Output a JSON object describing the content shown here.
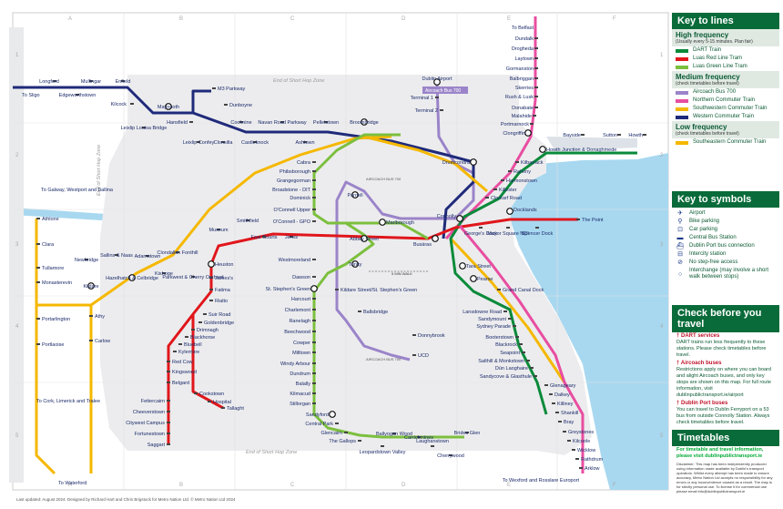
{
  "map": {
    "grid_cols": [
      "A",
      "B",
      "C",
      "D",
      "E",
      "F"
    ],
    "grid_rows": [
      "1",
      "2",
      "3",
      "4",
      "5"
    ],
    "footer": "Last updated: August 2024. Designed by Richard Hart and Chris Brigstock for Metro Nation Ltd. © Metro Nation Ltd 2024",
    "zone_labels": [
      "End of Short Hop Zone",
      "End of Short Hop Zone",
      "End of Short Hop Zone"
    ],
    "airport_bus_label": "AIRCOACH BUS 700",
    "walk_label": "5 MIN WALK",
    "aircoach_stop_label": "Aircoach Bus 700",
    "colors": {
      "dart": "#0a8a3a",
      "red": "#e0161b",
      "green": "#7cbf3e",
      "northern": "#e84ea0",
      "southwestern": "#f5b800",
      "western": "#1f2a7a",
      "aircoach": "#9b84c9",
      "water": "#a8d8f0",
      "zone": "#e9eaec",
      "panel": "#0a6b3a"
    },
    "stations": [
      {
        "id": "to-belfast",
        "label": "To Belfast"
      },
      {
        "id": "dundalk",
        "label": "Dundalk"
      },
      {
        "id": "drogheda",
        "label": "Drogheda"
      },
      {
        "id": "laytown",
        "label": "Laytown"
      },
      {
        "id": "gormanston",
        "label": "Gormanston"
      },
      {
        "id": "balbriggan",
        "label": "Balbriggan"
      },
      {
        "id": "skerries",
        "label": "Skerries"
      },
      {
        "id": "rush-lusk",
        "label": "Rush & Lusk"
      },
      {
        "id": "donabate",
        "label": "Donabate"
      },
      {
        "id": "malahide",
        "label": "Malahide"
      },
      {
        "id": "portmarnock",
        "label": "Portmarnock"
      },
      {
        "id": "clongriffin",
        "label": "Clongriffin"
      },
      {
        "id": "bayside",
        "label": "Bayside"
      },
      {
        "id": "sutton",
        "label": "Sutton"
      },
      {
        "id": "howth",
        "label": "Howth"
      },
      {
        "id": "howth-junction",
        "label": "Howth Junction & Donaghmede"
      },
      {
        "id": "kilbarrack",
        "label": "Kilbarrack"
      },
      {
        "id": "raheny",
        "label": "Raheny"
      },
      {
        "id": "harmonstown",
        "label": "Harmonstown"
      },
      {
        "id": "killester",
        "label": "Killester"
      },
      {
        "id": "clontarf",
        "label": "Clontarf Road"
      },
      {
        "id": "docklands",
        "label": "Docklands"
      },
      {
        "id": "the-point",
        "label": "The Point"
      },
      {
        "id": "dublin-airport",
        "label": "Dublin Airport"
      },
      {
        "id": "terminal1",
        "label": "Terminal 1"
      },
      {
        "id": "terminal2",
        "label": "Terminal 2"
      },
      {
        "id": "drumcondra",
        "label": "Drumcondra"
      },
      {
        "id": "connolly",
        "label": "Connolly"
      },
      {
        "id": "busaras",
        "label": "Busáras"
      },
      {
        "id": "georges-dock",
        "label": "George's Dock"
      },
      {
        "id": "mayor-square",
        "label": "Mayor Square NCI"
      },
      {
        "id": "spencer-dock",
        "label": "Spencer Dock"
      },
      {
        "id": "to-sligo",
        "label": "To Sligo"
      },
      {
        "id": "longford",
        "label": "Longford"
      },
      {
        "id": "mullingar",
        "label": "Mullingar"
      },
      {
        "id": "enfield",
        "label": "Enfield"
      },
      {
        "id": "edgeworthstown",
        "label": "Edgeworthstown"
      },
      {
        "id": "kilcock",
        "label": "Kilcock"
      },
      {
        "id": "maynooth",
        "label": "Maynooth"
      },
      {
        "id": "m3-parkway",
        "label": "M3 Parkway"
      },
      {
        "id": "dunboyne",
        "label": "Dunboyne"
      },
      {
        "id": "leixlip-louisa",
        "label": "Leixlip Louisa Bridge"
      },
      {
        "id": "hansfield",
        "label": "Hansfield"
      },
      {
        "id": "coolmine",
        "label": "Coolmine"
      },
      {
        "id": "navan-road",
        "label": "Navan Road Parkway"
      },
      {
        "id": "pelletstown",
        "label": "Pelletstown"
      },
      {
        "id": "broombridge",
        "label": "Broombridge"
      },
      {
        "id": "leixlip-confey",
        "label": "Leixlip Confey"
      },
      {
        "id": "clonsilla",
        "label": "Clonsilla"
      },
      {
        "id": "castleknock",
        "label": "Castleknock"
      },
      {
        "id": "ashtown",
        "label": "Ashtown"
      },
      {
        "id": "cabra",
        "label": "Cabra"
      },
      {
        "id": "phibsborough",
        "label": "Phibsborough"
      },
      {
        "id": "grangegorman",
        "label": "Grangegorman"
      },
      {
        "id": "broadstone",
        "label": "Broadstone - DIT"
      },
      {
        "id": "dominick",
        "label": "Dominick"
      },
      {
        "id": "oconnell-upper",
        "label": "O'Connell Upper"
      },
      {
        "id": "oconnell-gpo",
        "label": "O'Connell - GPO"
      },
      {
        "id": "parnell",
        "label": "Parnell"
      },
      {
        "id": "marlborough",
        "label": "Marlborough"
      },
      {
        "id": "abbey-street",
        "label": "Abbey Street"
      },
      {
        "id": "trinity",
        "label": "Trinity"
      },
      {
        "id": "westmoreland",
        "label": "Westmoreland"
      },
      {
        "id": "dawson",
        "label": "Dawson"
      },
      {
        "id": "st-stephens-green",
        "label": "St. Stephen's Green"
      },
      {
        "id": "kildare-street",
        "label": "Kildare Street/St. Stephen's Green"
      },
      {
        "id": "harcourt",
        "label": "Harcourt"
      },
      {
        "id": "charlemont",
        "label": "Charlemont"
      },
      {
        "id": "ranelagh",
        "label": "Ranelagh"
      },
      {
        "id": "beechwood",
        "label": "Beechwood"
      },
      {
        "id": "cowper",
        "label": "Cowper"
      },
      {
        "id": "milltown",
        "label": "Milltown"
      },
      {
        "id": "windy-arbour",
        "label": "Windy Arbour"
      },
      {
        "id": "dundrum",
        "label": "Dundrum"
      },
      {
        "id": "balally",
        "label": "Balally"
      },
      {
        "id": "kilmacud",
        "label": "Kilmacud"
      },
      {
        "id": "stillorgan",
        "label": "Stillorgan"
      },
      {
        "id": "sandyford",
        "label": "Sandyford"
      },
      {
        "id": "central-park",
        "label": "Central Park"
      },
      {
        "id": "glencairn",
        "label": "Glencairn"
      },
      {
        "id": "the-gallops",
        "label": "The Gallops"
      },
      {
        "id": "leopardstown-valley",
        "label": "Leopardstown Valley"
      },
      {
        "id": "ballyogan-wood",
        "label": "Ballyogan Wood"
      },
      {
        "id": "carrickmines",
        "label": "Carrickmines"
      },
      {
        "id": "laughanstown",
        "label": "Laughanstown"
      },
      {
        "id": "cherrywood",
        "label": "Cherrywood"
      },
      {
        "id": "brides-glen",
        "label": "Brides Glen"
      },
      {
        "id": "ballsbridge",
        "label": "Ballsbridge"
      },
      {
        "id": "donnybrook",
        "label": "Donnybrook"
      },
      {
        "id": "ucd",
        "label": "UCD"
      },
      {
        "id": "museum",
        "label": "Museum"
      },
      {
        "id": "smithfield",
        "label": "Smithfield"
      },
      {
        "id": "four-courts",
        "label": "Four Courts"
      },
      {
        "id": "jervis",
        "label": "Jervis"
      },
      {
        "id": "heuston",
        "label": "Heuston"
      },
      {
        "id": "james",
        "label": "James's"
      },
      {
        "id": "fatima",
        "label": "Fatima"
      },
      {
        "id": "rialto",
        "label": "Rialto"
      },
      {
        "id": "suir-road",
        "label": "Suir Road"
      },
      {
        "id": "goldenbridge",
        "label": "Goldenbridge"
      },
      {
        "id": "drimnagh",
        "label": "Drimnagh"
      },
      {
        "id": "blackhorse",
        "label": "Blackhorse"
      },
      {
        "id": "bluebell",
        "label": "Bluebell"
      },
      {
        "id": "kylemore",
        "label": "Kylemore"
      },
      {
        "id": "red-cow",
        "label": "Red Cow"
      },
      {
        "id": "kingswood",
        "label": "Kingswood"
      },
      {
        "id": "belgard",
        "label": "Belgard"
      },
      {
        "id": "fettercairn",
        "label": "Fettercairn"
      },
      {
        "id": "cheeverstown",
        "label": "Cheeverstown"
      },
      {
        "id": "citywest-campus",
        "label": "Citywest Campus"
      },
      {
        "id": "fortunestown",
        "label": "Fortunestown"
      },
      {
        "id": "saggart",
        "label": "Saggart"
      },
      {
        "id": "cookstown",
        "label": "Cookstown"
      },
      {
        "id": "hospital",
        "label": "Hospital"
      },
      {
        "id": "tallaght",
        "label": "Tallaght"
      },
      {
        "id": "to-galway",
        "label": "To Galway, Westport and Ballina"
      },
      {
        "id": "athlone",
        "label": "Athlone"
      },
      {
        "id": "clara",
        "label": "Clara"
      },
      {
        "id": "tullamore",
        "label": "Tullamore"
      },
      {
        "id": "monasterevin",
        "label": "Monasterevin"
      },
      {
        "id": "portarlington",
        "label": "Portarlington"
      },
      {
        "id": "portlaoise",
        "label": "Portlaoise"
      },
      {
        "id": "to-cork",
        "label": "To Cork, Limerick and Tralee"
      },
      {
        "id": "athy",
        "label": "Athy"
      },
      {
        "id": "carlow",
        "label": "Carlow"
      },
      {
        "id": "to-waterford",
        "label": "To Waterford"
      },
      {
        "id": "kildare",
        "label": "Kildare"
      },
      {
        "id": "newbridge",
        "label": "Newbridge"
      },
      {
        "id": "sallins",
        "label": "Sallins & Naas"
      },
      {
        "id": "hazelhatch",
        "label": "Hazelhatch & Celbridge"
      },
      {
        "id": "adamstown",
        "label": "Adamstown"
      },
      {
        "id": "kishoge",
        "label": "Kishoge"
      },
      {
        "id": "clondalkin",
        "label": "Clondalkin Fonthill"
      },
      {
        "id": "parkwest",
        "label": "Parkwest & Cherry Orchard"
      },
      {
        "id": "tara-street",
        "label": "Tara Street"
      },
      {
        "id": "pearse",
        "label": "Pearse"
      },
      {
        "id": "grand-canal",
        "label": "Grand Canal Dock"
      },
      {
        "id": "lansdowne",
        "label": "Lansdowne Road"
      },
      {
        "id": "sandymount",
        "label": "Sandymount"
      },
      {
        "id": "sydney-parade",
        "label": "Sydney Parade"
      },
      {
        "id": "booterstown",
        "label": "Booterstown"
      },
      {
        "id": "blackrock",
        "label": "Blackrock"
      },
      {
        "id": "seapoint",
        "label": "Seapoint"
      },
      {
        "id": "salthill",
        "label": "Salthill & Monkstown"
      },
      {
        "id": "dun-laoghaire",
        "label": "Dún Laoghaire"
      },
      {
        "id": "sandycove",
        "label": "Sandycove & Glasthule"
      },
      {
        "id": "glenageary",
        "label": "Glenageary"
      },
      {
        "id": "dalkey",
        "label": "Dalkey"
      },
      {
        "id": "killiney",
        "label": "Killiney"
      },
      {
        "id": "shankill",
        "label": "Shankill"
      },
      {
        "id": "bray",
        "label": "Bray"
      },
      {
        "id": "greystones",
        "label": "Greystones"
      },
      {
        "id": "kilcoole",
        "label": "Kilcoole"
      },
      {
        "id": "wicklow",
        "label": "Wicklow"
      },
      {
        "id": "rathdrum",
        "label": "Rathdrum"
      },
      {
        "id": "arklow",
        "label": "Arklow"
      },
      {
        "id": "to-wexford",
        "label": "To Wexford and Rosslare Europort"
      }
    ]
  },
  "legend": {
    "lines_title": "Key to lines",
    "high": {
      "title": "High frequency",
      "note": "(Usually every 5-15 minutes. Plan fair)"
    },
    "high_items": [
      {
        "label": "DART Train",
        "color": "#0a8a3a"
      },
      {
        "label": "Luas Red Line Tram",
        "color": "#e0161b"
      },
      {
        "label": "Luas Green Line Tram",
        "color": "#7cbf3e"
      }
    ],
    "medium": {
      "title": "Medium frequency",
      "note": "(check timetables before travel)"
    },
    "medium_items": [
      {
        "label": "Aircoach Bus 700",
        "color": "#9b84c9"
      },
      {
        "label": "Northern Commuter Train",
        "color": "#e84ea0"
      },
      {
        "label": "Southwestern Commuter Train",
        "color": "#f5b800"
      },
      {
        "label": "Western Commuter Train",
        "color": "#1f2a7a"
      }
    ],
    "low": {
      "title": "Low frequency",
      "note": "(check timetables before travel)"
    },
    "low_items": [
      {
        "label": "Southeastern Commuter Train",
        "color": "#f5b800"
      }
    ],
    "symbols_title": "Key to symbols",
    "symbols": [
      {
        "icon": "✈",
        "label": "Airport"
      },
      {
        "icon": "⚲",
        "label": "Bike parking"
      },
      {
        "icon": "⊡",
        "label": "Car parking"
      },
      {
        "icon": "▬",
        "label": "Central Bus Station"
      },
      {
        "icon": "⛴",
        "label": "Dublin Port bus connection"
      },
      {
        "icon": "⊟",
        "label": "Intercity station"
      },
      {
        "icon": "⊘",
        "label": "No step-free access"
      },
      {
        "icon": "○",
        "label": "Interchange (may involve a short walk between stops)"
      }
    ],
    "check_title": "Check before you travel",
    "dart_services": {
      "title": "† DART services",
      "text": "DART trains run less frequently to these stations. Please check timetables before travel."
    },
    "aircoach": {
      "title": "† Aircoach buses",
      "text": "Restrictions apply on where you can board and alight Aircoach buses, and only key stops are shown on this map. For full route information, visit dublinpublictransport.ie/airport"
    },
    "port_buses": {
      "title": "† Dublin Port buses",
      "text": "You can travel to Dublin Ferryport on a 53 bus from outside Connolly Station. Always check timetables before travel."
    },
    "timetables_title": "Timetables",
    "timetables_text": "For timetable and travel information, please visit dublinpublictransport.ie",
    "disclaimer": "Disclaimer: This map has been independently produced using information made available by Dublin's transport operators. Whilst every attempt has been made to ensure accuracy, Metro Nation Ltd accepts no responsibility for any errors or any inconvenience caused as a result. The map is for strictly personal use. To license it for commercial use please email info@dublinpublictransport.ie"
  }
}
